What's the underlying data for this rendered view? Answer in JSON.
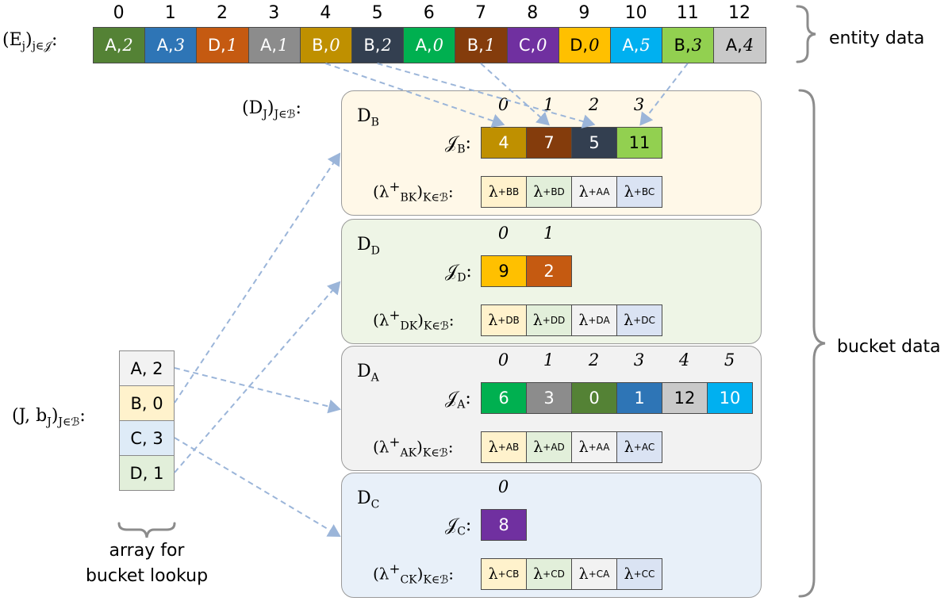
{
  "entity_label": {
    "base": "(E",
    "sub": "j",
    "close": ")",
    "domain": "j∈𝒥",
    "colon": ":"
  },
  "entity_caption": "entity data",
  "entity_indices": [
    "0",
    "1",
    "2",
    "3",
    "4",
    "5",
    "6",
    "7",
    "8",
    "9",
    "10",
    "11",
    "12"
  ],
  "entities": [
    {
      "letter": "A",
      "num": "2",
      "color": "#548235",
      "text": "#ffffff"
    },
    {
      "letter": "A",
      "num": "3",
      "color": "#2e75b6",
      "text": "#ffffff"
    },
    {
      "letter": "D",
      "num": "1",
      "color": "#c55a11",
      "text": "#ffffff"
    },
    {
      "letter": "A",
      "num": "1",
      "color": "#8c8c8c",
      "text": "#ffffff"
    },
    {
      "letter": "B",
      "num": "0",
      "color": "#bf9000",
      "text": "#ffffff"
    },
    {
      "letter": "B",
      "num": "2",
      "color": "#333f50",
      "text": "#ffffff"
    },
    {
      "letter": "A",
      "num": "0",
      "color": "#00b050",
      "text": "#ffffff"
    },
    {
      "letter": "B",
      "num": "1",
      "color": "#843c0c",
      "text": "#ffffff"
    },
    {
      "letter": "C",
      "num": "0",
      "color": "#7030a0",
      "text": "#ffffff"
    },
    {
      "letter": "D",
      "num": "0",
      "color": "#ffc000",
      "text": "#000000"
    },
    {
      "letter": "A",
      "num": "5",
      "color": "#00b0f0",
      "text": "#ffffff"
    },
    {
      "letter": "B",
      "num": "3",
      "color": "#92d050",
      "text": "#000000"
    },
    {
      "letter": "A",
      "num": "4",
      "color": "#c9c9c9",
      "text": "#000000"
    }
  ],
  "bucket_map_label": {
    "base": "(D",
    "sub": "J",
    "close": ")",
    "domain": "J∈ℬ",
    "colon": ":"
  },
  "bucket_caption": "bucket data",
  "lookup_label": {
    "base": "(J, b",
    "sub": "J",
    "close": ")",
    "domain": "J∈ℬ",
    "colon": ":"
  },
  "lookup_cells": [
    {
      "text": "A, 2",
      "color": "#f2f2f2"
    },
    {
      "text": "B, 0",
      "color": "#fff2cc"
    },
    {
      "text": "C, 3",
      "color": "#deebf7"
    },
    {
      "text": "D, 1",
      "color": "#e2efda"
    }
  ],
  "lookup_caption": [
    "array for",
    "bucket lookup"
  ],
  "buckets": [
    {
      "name": "B",
      "bg": "#fff8e8",
      "title": "D",
      "title_sub": "B",
      "ids_label": "𝒥",
      "ids_sub": "B",
      "colon": ":",
      "indices": [
        "0",
        "1",
        "2",
        "3"
      ],
      "cells": [
        {
          "value": "4",
          "color": "#bf9000",
          "text": "#ffffff"
        },
        {
          "value": "7",
          "color": "#843c0c",
          "text": "#ffffff"
        },
        {
          "value": "5",
          "color": "#333f50",
          "text": "#ffffff"
        },
        {
          "value": "11",
          "color": "#92d050",
          "text": "#000000"
        }
      ],
      "lambda_label": {
        "base": "(λ",
        "sup": "+",
        "sub": "B",
        "subk": "K",
        "close": ")",
        "domain": "K∈ℬ",
        "colon": ":"
      },
      "lambdas": [
        {
          "sub": "BB",
          "color": "#fff2cc"
        },
        {
          "sub": "BD",
          "color": "#e2efda"
        },
        {
          "sub": "AA",
          "color": "#f2f2f2"
        },
        {
          "sub": "BC",
          "color": "#dae3f3"
        }
      ]
    },
    {
      "name": "D",
      "bg": "#eef5e6",
      "title": "D",
      "title_sub": "D",
      "ids_label": "𝒥",
      "ids_sub": "D",
      "colon": ":",
      "indices": [
        "0",
        "1"
      ],
      "cells": [
        {
          "value": "9",
          "color": "#ffc000",
          "text": "#000000"
        },
        {
          "value": "2",
          "color": "#c55a11",
          "text": "#ffffff"
        }
      ],
      "lambda_label": {
        "base": "(λ",
        "sup": "+",
        "sub": "D",
        "subk": "K",
        "close": ")",
        "domain": "K∈ℬ",
        "colon": ":"
      },
      "lambdas": [
        {
          "sub": "DB",
          "color": "#fff2cc"
        },
        {
          "sub": "DD",
          "color": "#e2efda"
        },
        {
          "sub": "DA",
          "color": "#f2f2f2"
        },
        {
          "sub": "DC",
          "color": "#dae3f3"
        }
      ]
    },
    {
      "name": "A",
      "bg": "#f2f2f2",
      "title": "D",
      "title_sub": "A",
      "ids_label": "𝒥",
      "ids_sub": "A",
      "colon": ":",
      "indices": [
        "0",
        "1",
        "2",
        "3",
        "4",
        "5"
      ],
      "cells": [
        {
          "value": "6",
          "color": "#00b050",
          "text": "#ffffff"
        },
        {
          "value": "3",
          "color": "#8c8c8c",
          "text": "#ffffff"
        },
        {
          "value": "0",
          "color": "#548235",
          "text": "#ffffff"
        },
        {
          "value": "1",
          "color": "#2e75b6",
          "text": "#ffffff"
        },
        {
          "value": "12",
          "color": "#c9c9c9",
          "text": "#000000"
        },
        {
          "value": "10",
          "color": "#00b0f0",
          "text": "#ffffff"
        }
      ],
      "lambda_label": {
        "base": "(λ",
        "sup": "+",
        "sub": "A",
        "subk": "K",
        "close": ")",
        "domain": "K∈ℬ",
        "colon": ":"
      },
      "lambdas": [
        {
          "sub": "AB",
          "color": "#fff2cc"
        },
        {
          "sub": "AD",
          "color": "#e2efda"
        },
        {
          "sub": "AA",
          "color": "#f2f2f2"
        },
        {
          "sub": "AC",
          "color": "#dae3f3"
        }
      ]
    },
    {
      "name": "C",
      "bg": "#e8f0f9",
      "title": "D",
      "title_sub": "C",
      "ids_label": "𝒥",
      "ids_sub": "C",
      "colon": ":",
      "indices": [
        "0"
      ],
      "cells": [
        {
          "value": "8",
          "color": "#7030a0",
          "text": "#ffffff"
        }
      ],
      "lambda_label": {
        "base": "(λ",
        "sup": "+",
        "sub": "C",
        "subk": "K",
        "close": ")",
        "domain": "K∈ℬ",
        "colon": ":"
      },
      "lambdas": [
        {
          "sub": "CB",
          "color": "#fff2cc"
        },
        {
          "sub": "CD",
          "color": "#e2efda"
        },
        {
          "sub": "CA",
          "color": "#f2f2f2"
        },
        {
          "sub": "CC",
          "color": "#dae3f3"
        }
      ]
    }
  ],
  "arrow_color": "#9bb5d9",
  "brace_color": "#8c8c8c"
}
